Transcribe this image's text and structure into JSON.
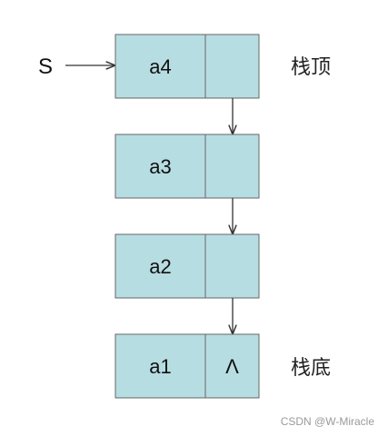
{
  "head_pointer": {
    "label": "S"
  },
  "nodes": [
    {
      "data": "a4",
      "next": ""
    },
    {
      "data": "a3",
      "next": ""
    },
    {
      "data": "a2",
      "next": ""
    },
    {
      "data": "a1",
      "next": "Λ"
    }
  ],
  "labels": {
    "top": "栈顶",
    "bottom": "栈底"
  },
  "watermark": "CSDN @W-Miracle",
  "colors": {
    "node_fill": "#b6dde2",
    "node_border": "#666666",
    "arrow": "#333333"
  }
}
